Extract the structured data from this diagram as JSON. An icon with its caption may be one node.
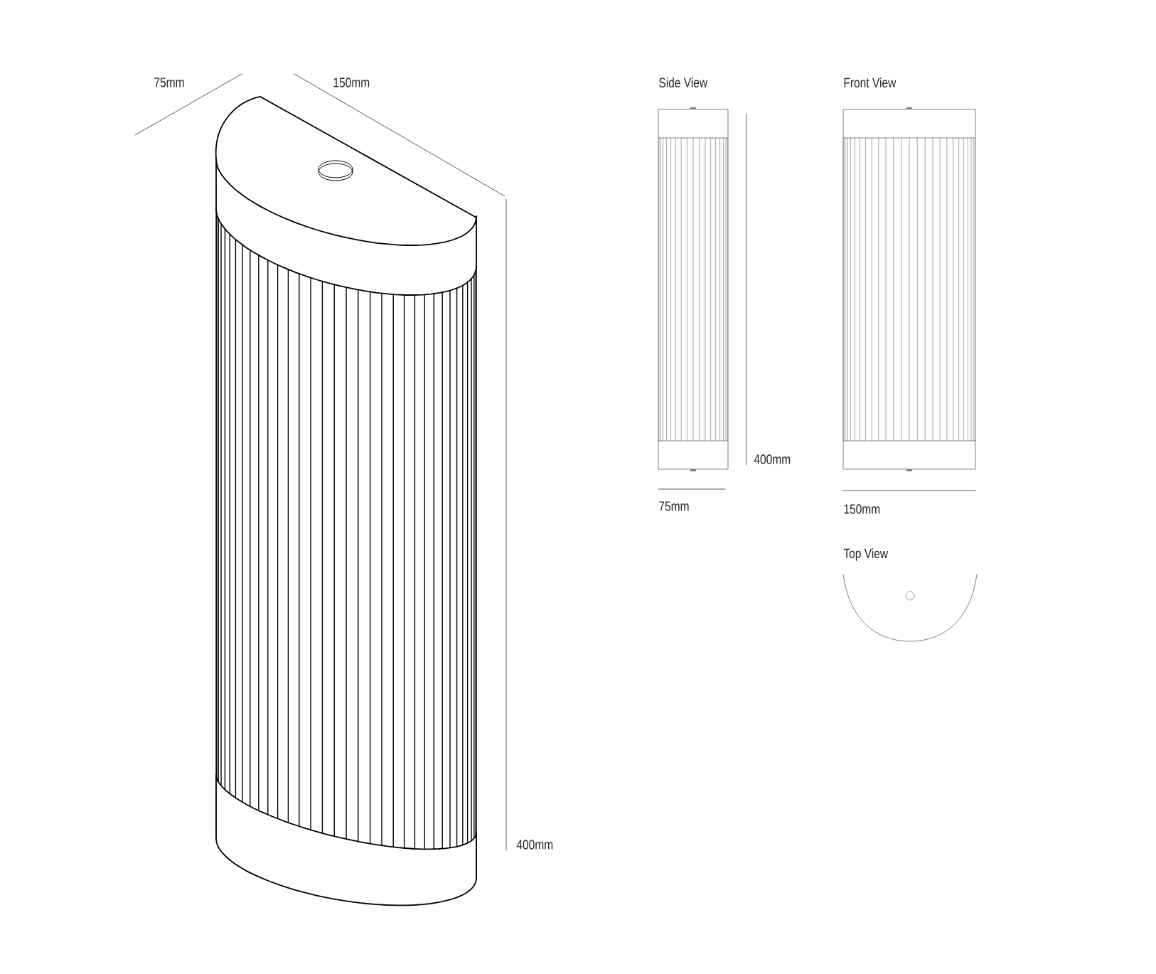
{
  "diagram": {
    "labels": [
      "75mm",
      "150mm",
      "400mm",
      "Side View",
      "Front View",
      "400mm",
      "75mm",
      "150mm",
      "Top View"
    ]
  }
}
